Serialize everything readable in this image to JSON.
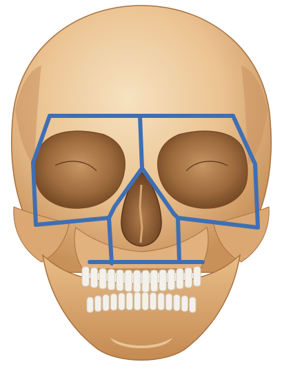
{
  "figure": {
    "subject": "frontal-view-human-skull-illustration",
    "colors": {
      "background": "#ffffff",
      "bone_light": "#f3d9b0",
      "bone_mid": "#e6b883",
      "bone_shadow": "#b9824d",
      "bone_dark": "#7a4a24",
      "teeth": "#f4f1ea",
      "teeth_shadow": "#cfc7b8",
      "buttress_lines": "#3f6fb3"
    },
    "overlay": {
      "name": "facial-buttress-outline",
      "segment_count": 17
    }
  }
}
